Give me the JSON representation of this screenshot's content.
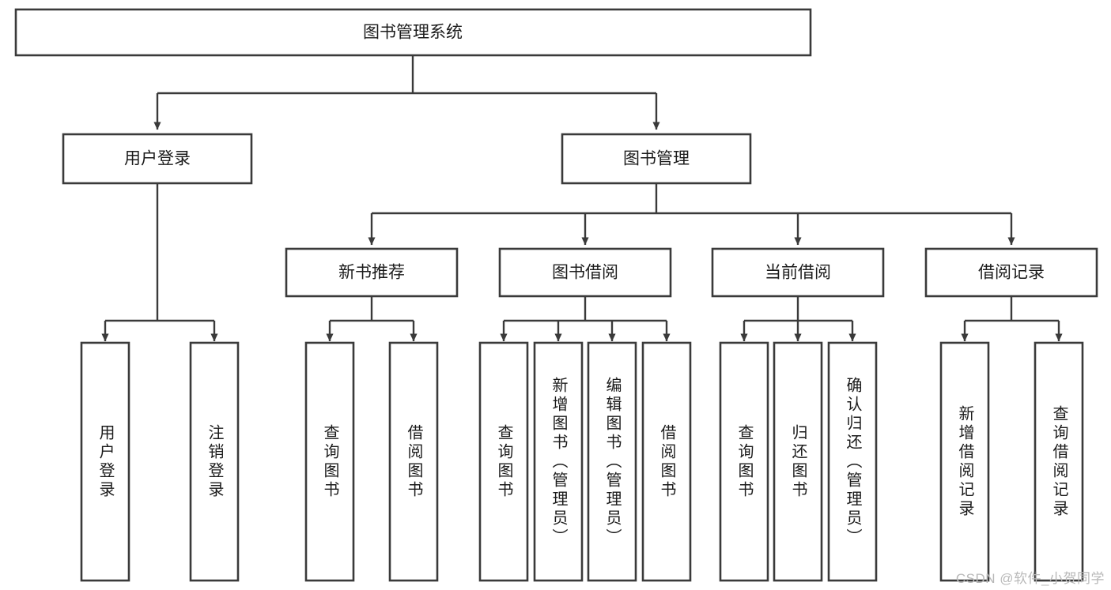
{
  "diagram": {
    "type": "tree",
    "title": "图书管理系统",
    "watermark": "CSDN @软件_小贺同学",
    "root": {
      "id": "root",
      "label": "图书管理系统"
    },
    "level2": [
      {
        "id": "user-login",
        "label": "用户登录"
      },
      {
        "id": "book-manage",
        "label": "图书管理"
      }
    ],
    "level3": [
      {
        "id": "new-book-recommend",
        "label": "新书推荐",
        "parent": "book-manage"
      },
      {
        "id": "book-borrow",
        "label": "图书借阅",
        "parent": "book-manage"
      },
      {
        "id": "current-borrow",
        "label": "当前借阅",
        "parent": "book-manage"
      },
      {
        "id": "borrow-record",
        "label": "借阅记录",
        "parent": "book-manage"
      }
    ],
    "leaves": [
      {
        "id": "leaf-user-login",
        "label": "用户登录",
        "parent": "user-login"
      },
      {
        "id": "leaf-logout-login",
        "label": "注销登录",
        "parent": "user-login"
      },
      {
        "id": "leaf-query-book-1",
        "label": "查询图书",
        "parent": "new-book-recommend"
      },
      {
        "id": "leaf-borrow-book-1",
        "label": "借阅图书",
        "parent": "new-book-recommend"
      },
      {
        "id": "leaf-query-book-2",
        "label": "查询图书",
        "parent": "book-borrow"
      },
      {
        "id": "leaf-add-book",
        "label": "新增图书（管理员）",
        "parent": "book-borrow"
      },
      {
        "id": "leaf-edit-book",
        "label": "编辑图书（管理员）",
        "parent": "book-borrow"
      },
      {
        "id": "leaf-borrow-book-2",
        "label": "借阅图书",
        "parent": "book-borrow"
      },
      {
        "id": "leaf-query-book-3",
        "label": "查询图书",
        "parent": "current-borrow"
      },
      {
        "id": "leaf-return-book",
        "label": "归还图书",
        "parent": "current-borrow"
      },
      {
        "id": "leaf-confirm-return",
        "label": "确认归还（管理员）",
        "parent": "current-borrow"
      },
      {
        "id": "leaf-add-record",
        "label": "新增借阅记录",
        "parent": "borrow-record"
      },
      {
        "id": "leaf-query-record",
        "label": "查询借阅记录",
        "parent": "borrow-record"
      }
    ],
    "colors": {
      "box_stroke": "#3a3a3a",
      "box_fill": "#ffffff",
      "text": "#1b1b1b",
      "connector": "#3a3a3a",
      "watermark": "#b8b8b8",
      "background": "#ffffff"
    }
  }
}
